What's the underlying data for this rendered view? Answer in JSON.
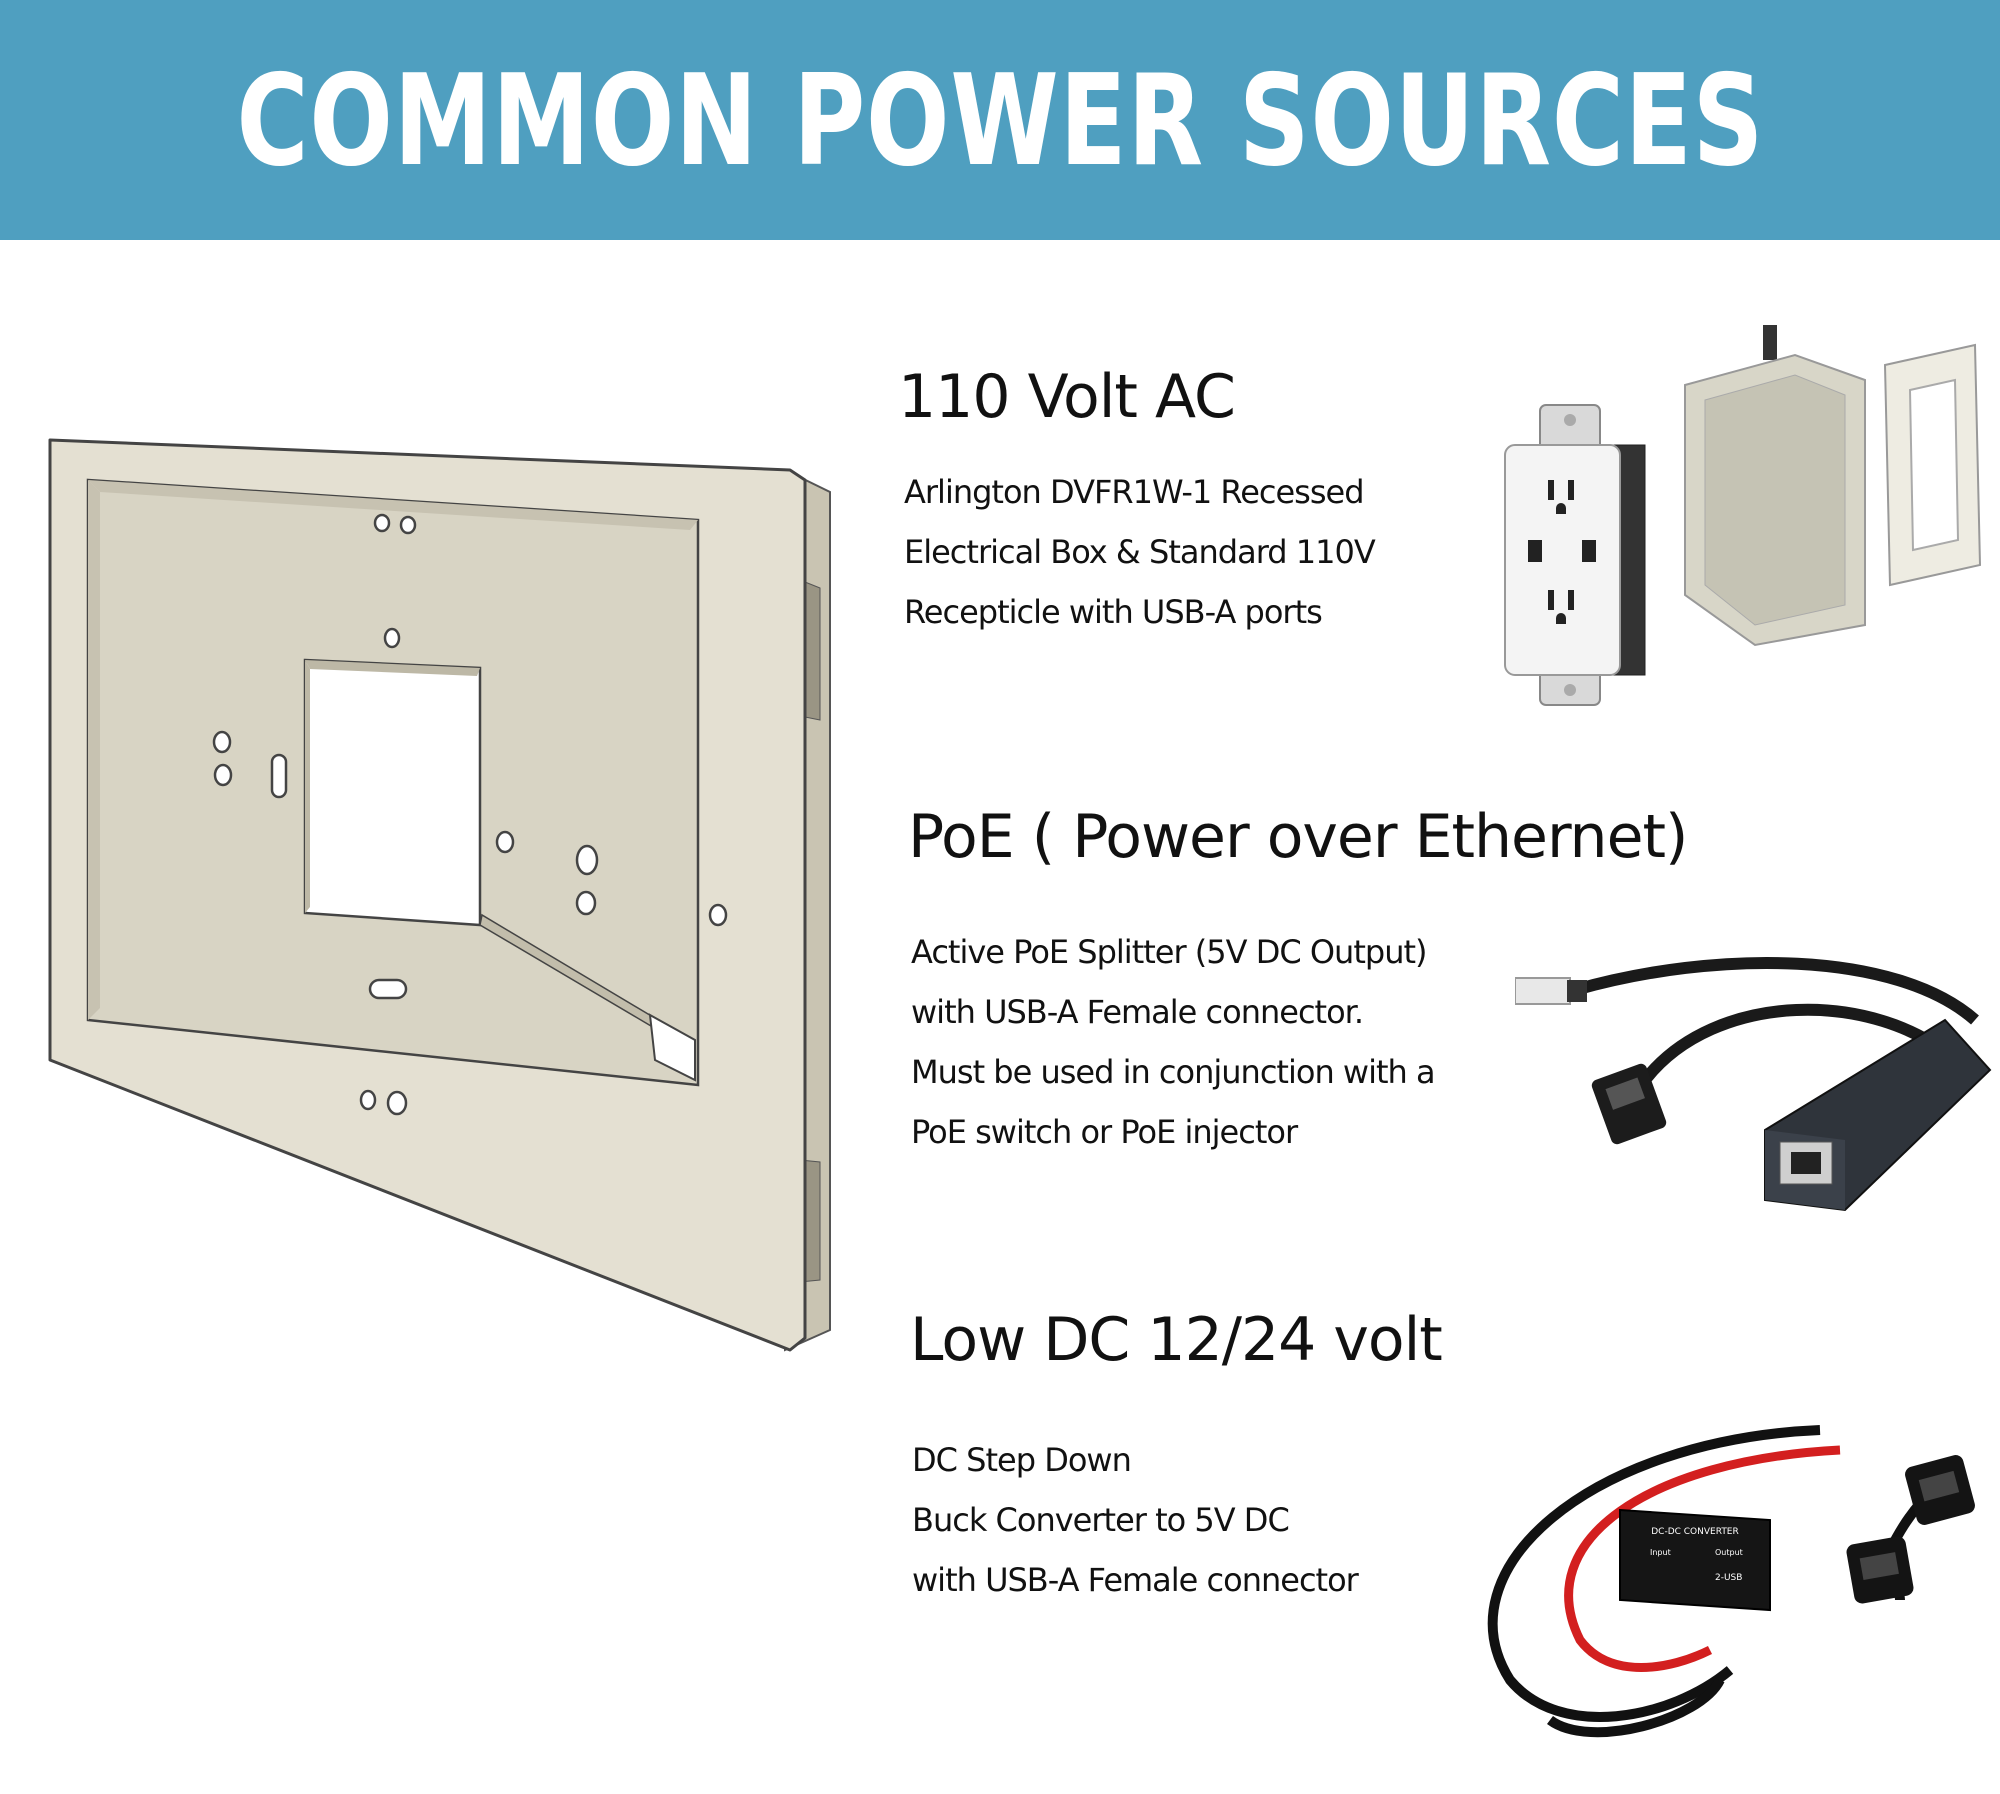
{
  "banner": {
    "title": "COMMON POWER SOURCES",
    "color": "#4f9fc0"
  },
  "sections": [
    {
      "heading": "110 Volt AC",
      "lines": [
        "Arlington DVFR1W-1 Recessed",
        "Electrical Box & Standard 110V",
        "Recepticle with USB-A ports"
      ]
    },
    {
      "heading": "PoE ( Power over Ethernet)",
      "lines": [
        "Active PoE Splitter (5V DC Output)",
        "with USB-A Female connector.",
        "Must be used in conjunction with a",
        "PoE switch or PoE injector"
      ]
    },
    {
      "heading": "Low DC 12/24 volt",
      "lines": [
        "DC Step Down",
        "Buck Converter to 5V DC",
        "with USB-A Female connector"
      ]
    }
  ],
  "converter_label": {
    "line1": "DC-DC CONVERTER",
    "line2": "Input",
    "line3": "Output",
    "line4": "2-USB"
  },
  "icons": [
    "tablet-wall-mount-frame-image",
    "usb-outlet-image",
    "recessed-box-image",
    "poe-splitter-image",
    "buck-converter-image"
  ]
}
